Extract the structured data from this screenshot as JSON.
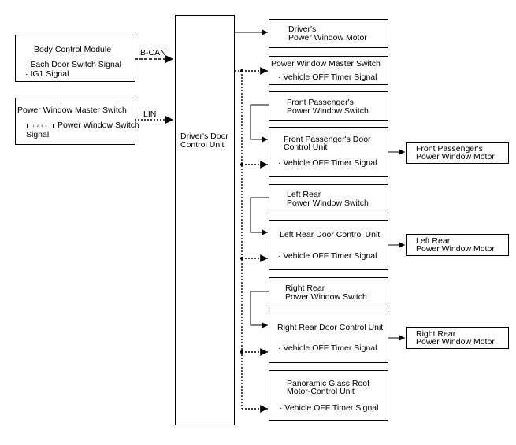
{
  "left_boxes": {
    "bcm": {
      "title": "Body Control Module",
      "lines": [
        "· Each Door Switch Signal",
        "· IG1 Signal"
      ]
    },
    "pwms_left": {
      "title": "Power Window Master Switch",
      "icon_text": "1 2 3 4",
      "line1": "Power Window Switch",
      "line2": "Signal"
    }
  },
  "bus_labels": {
    "bcan": "B-CAN",
    "lin": "LIN"
  },
  "center": {
    "title": [
      "Driver's Door",
      "Control Unit"
    ]
  },
  "right_boxes": {
    "driver_motor": [
      "Driver's",
      "Power Window Motor"
    ],
    "pwms_right": {
      "title": "Power Window Master Switch",
      "signal": "· Vehicle OFF Timer Signal"
    },
    "fp_switch": [
      "Front Passenger's",
      "Power Window Switch"
    ],
    "fp_dcu": {
      "title": [
        "Front Passenger's Door",
        "Control Unit"
      ],
      "signal": "· Vehicle OFF Timer Signal"
    },
    "fp_motor": [
      "Front Passenger's",
      "Power Window Motor"
    ],
    "lr_switch": [
      "Left Rear",
      "Power Window Switch"
    ],
    "lr_dcu": {
      "title": "Left Rear Door Control Unit",
      "signal": "· Vehicle OFF Timer Signal"
    },
    "lr_motor": [
      "Left Rear",
      "Power Window Motor"
    ],
    "rr_switch": [
      "Right Rear",
      "Power Window Switch"
    ],
    "rr_dcu": {
      "title": "Right Rear Door Control Unit",
      "signal": "· Vehicle OFF Timer Signal"
    },
    "rr_motor": [
      "Right Rear",
      "Power Window Motor"
    ],
    "roof": {
      "title": [
        "Panoramic Glass Roof",
        "Motor-Control Unit"
      ],
      "signal": "· Vehicle OFF Timer Signal"
    }
  }
}
